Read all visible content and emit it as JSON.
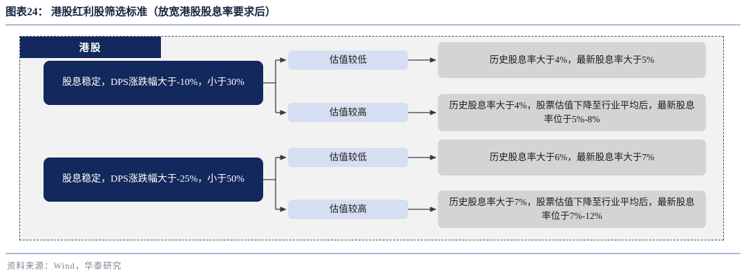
{
  "figure": {
    "title": "图表24： 港股红利股筛选标准（放宽港股股息率要求后）",
    "source_note": "资料来源：Wind，华泰研究"
  },
  "colors": {
    "primary_navy": "#13285c",
    "stage_blue": "#d6def1",
    "result_gray": "#d4d4d4",
    "rule_blue": "#a8bdd4",
    "frame_dash": "#3b4a66",
    "frame_fill": "#f2f2f2",
    "source_text": "#7c8694"
  },
  "diagram": {
    "market_header": "港股",
    "branches": [
      {
        "criterion": "股息稳定，DPS涨跌幅大于-10%，小于30%",
        "stages": [
          {
            "label": "估值较低",
            "result": "历史股息率大于4%，最新股息率大于5%"
          },
          {
            "label": "估值较高",
            "result": "历史股息率大于4%，股票估值下降至行业平均后，最新股息率位于5%-8%"
          }
        ]
      },
      {
        "criterion": "股息稳定，DPS涨跌幅大于-25%，小于50%",
        "stages": [
          {
            "label": "估值较低",
            "result": "历史股息率大于6%，最新股息率大于7%"
          },
          {
            "label": "估值较高",
            "result": "历史股息率大于7%，股票估值下降至行业平均后，最新股息率位于7%-12%"
          }
        ]
      }
    ]
  }
}
